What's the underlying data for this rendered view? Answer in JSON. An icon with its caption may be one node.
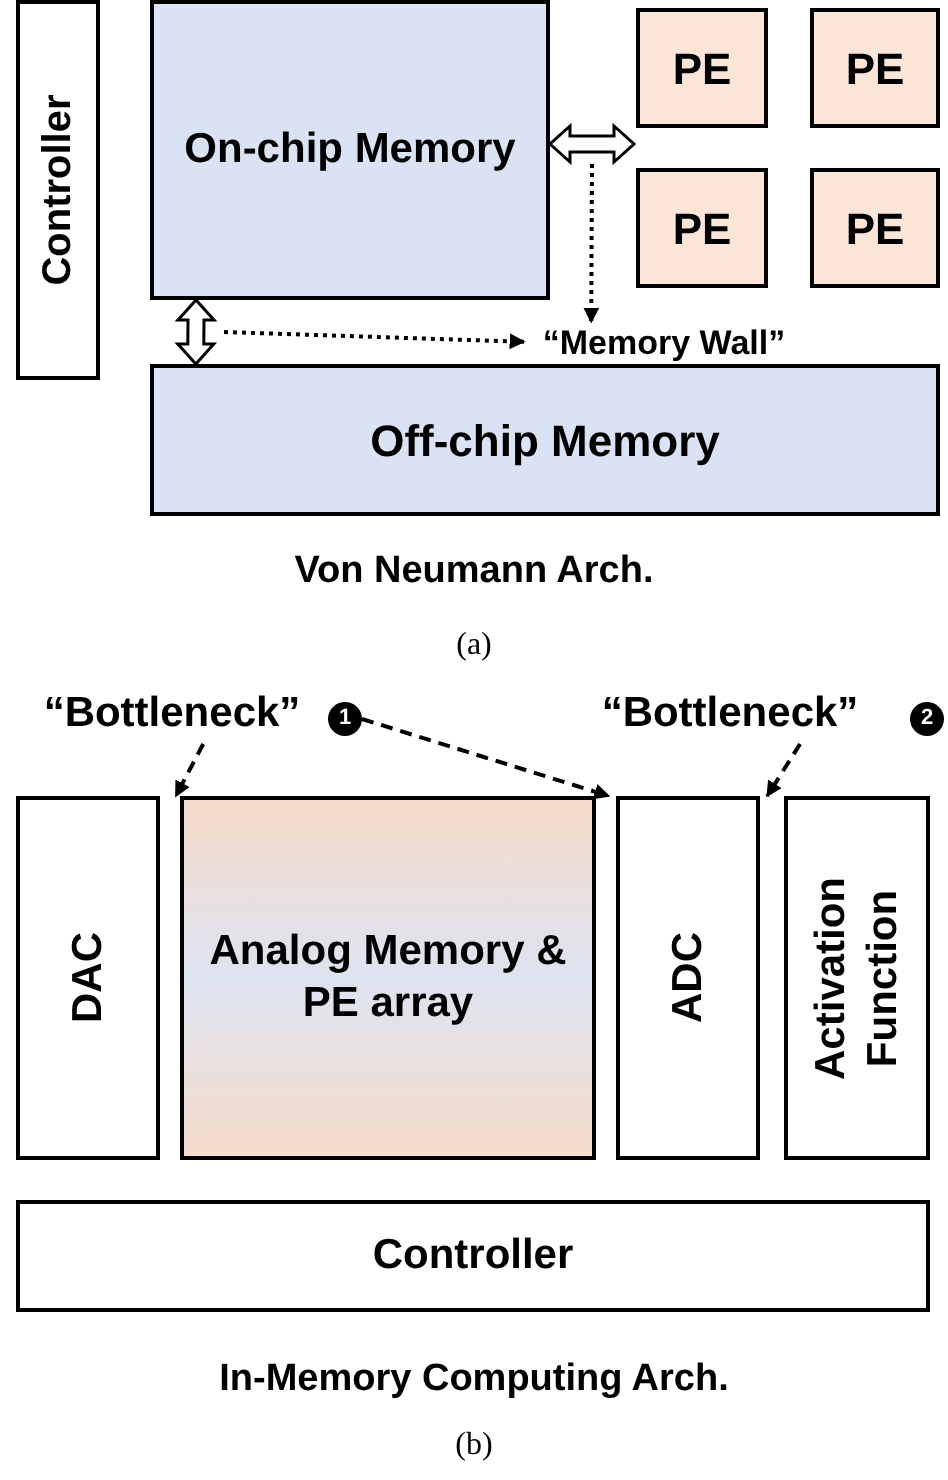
{
  "diagram": {
    "nodes": [
      {
        "text": [
          "Controller"
        ]
      },
      {
        "text": [
          "On-chip Memory"
        ]
      },
      {
        "text": [
          "PE"
        ]
      },
      {
        "text": [
          "PE"
        ]
      },
      {
        "text": [
          "PE"
        ]
      },
      {
        "text": [
          "PE"
        ]
      },
      {
        "text": [
          "Off-chip Memory"
        ]
      },
      {
        "text": [
          "“Memory Wall”"
        ]
      },
      {
        "text": [
          "“Bottleneck”"
        ]
      },
      {
        "text": [
          "1"
        ]
      },
      {
        "text": [
          "“Bottleneck”"
        ]
      },
      {
        "text": [
          "2"
        ]
      },
      {
        "text": [
          "DAC"
        ]
      },
      {
        "text": [
          "Analog Memory & PE array"
        ]
      },
      {
        "text": [
          "ADC"
        ]
      },
      {
        "text": [
          "Activation Function"
        ]
      },
      {
        "text": [
          "Controller"
        ]
      }
    ],
    "edges": [
      {
        "from": 1,
        "to": null,
        "arrow": "both",
        "style": "thick"
      },
      {
        "from": 1,
        "to": 6,
        "arrow": "both",
        "style": "thick"
      },
      {
        "from": null,
        "to": 7,
        "arrow": "to",
        "style": "dashed"
      },
      {
        "from": null,
        "to": 7,
        "arrow": "to",
        "style": "dashed"
      },
      {
        "from": 8,
        "to": 13,
        "arrow": "to",
        "style": "dashed"
      },
      {
        "from": 9,
        "to": 14,
        "arrow": "to",
        "style": "dashed"
      },
      {
        "from": 10,
        "to": 14,
        "arrow": "to",
        "style": "dashed"
      }
    ],
    "labels": [
      "Von Neumann Arch.",
      "(a)",
      "In-Memory Computing Arch.",
      "(b)"
    ]
  }
}
